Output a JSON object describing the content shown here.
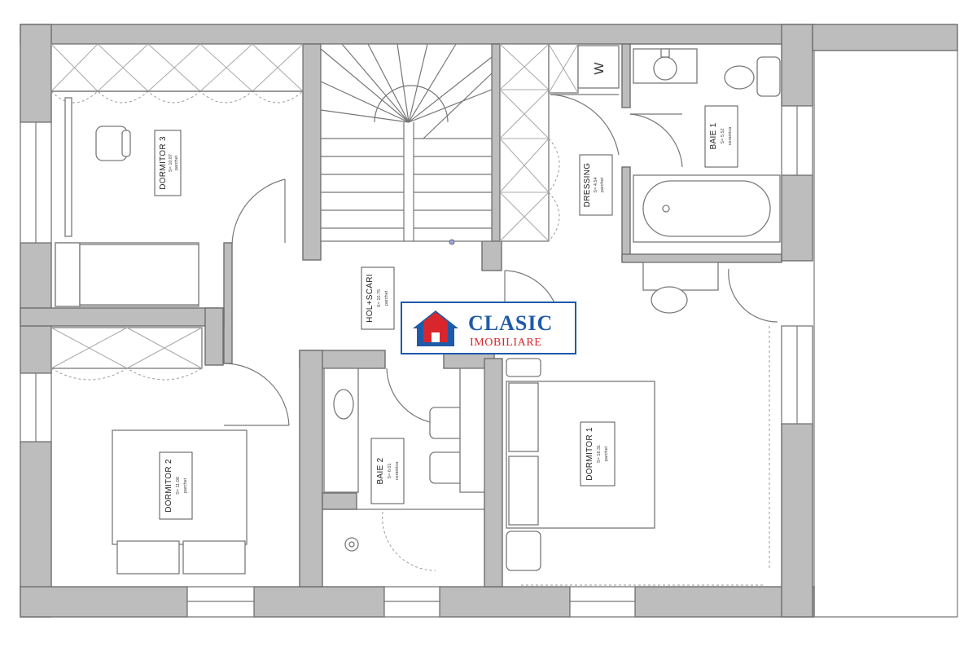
{
  "rooms": {
    "dormitor3": {
      "name": "DORMITOR 3",
      "area": "S= 10.87",
      "finish": "parchet"
    },
    "hol": {
      "name": "HOL+SCARI",
      "area": "S= 10.75",
      "finish": "parchet"
    },
    "dressing": {
      "name": "DRESSING",
      "area": "S= 4.54",
      "finish": "parchet"
    },
    "baie1": {
      "name": "BAIE 1",
      "area": "S= 5.52",
      "finish": "ceramica"
    },
    "dormitor2": {
      "name": "DORMITOR 2",
      "area": "S= 11.00",
      "finish": "parchet"
    },
    "baie2": {
      "name": "BAIE 2",
      "area": "S= 6.01",
      "finish": "ceramica"
    },
    "dormitor1": {
      "name": "DORMITOR 1",
      "area": "S= 16.31",
      "finish": "parchet"
    }
  },
  "appliance_mark": "W",
  "watermark": {
    "brand": "CLASIC",
    "tagline": "IMOBILIARE",
    "colors": {
      "red": "#d9262c",
      "blue": "#1f5aa8",
      "border": "#1f5aa8"
    }
  },
  "colors": {
    "wall": "#bdbdbd",
    "line": "#777777",
    "background": "#ffffff"
  }
}
